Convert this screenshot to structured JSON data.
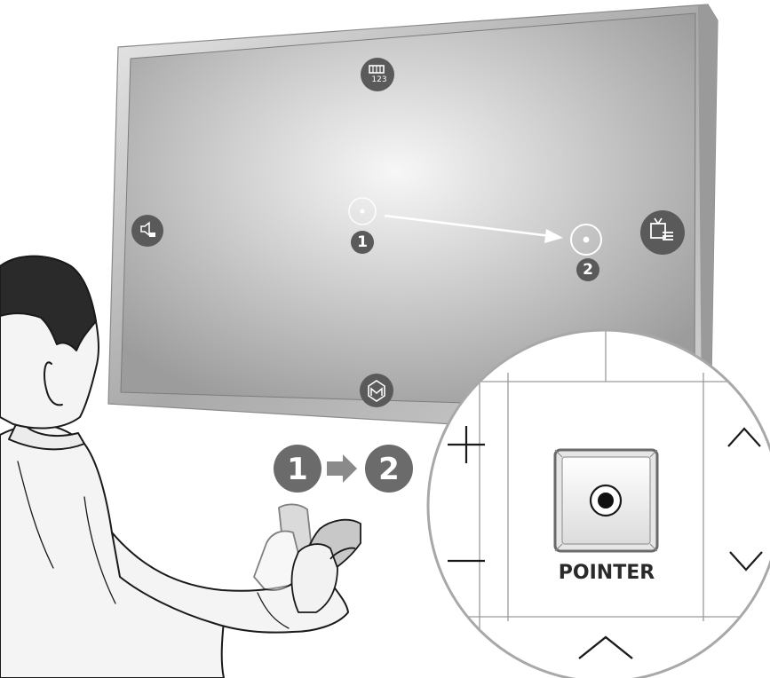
{
  "tv": {
    "frame_color": "#bdbdbd",
    "screen_color": "#b2b2b2",
    "menu_icons": {
      "top": {
        "icon": "number-pad-icon",
        "text": "123"
      },
      "left": {
        "icon": "speaker-menu-icon"
      },
      "right": {
        "icon": "tv-menu-icon"
      },
      "bottom": {
        "icon": "smart-hub-icon"
      }
    },
    "pointer_start_label": "1",
    "pointer_end_label": "2",
    "icon_bg_color": "#5a5a5a"
  },
  "sequence": {
    "step_one": "1",
    "step_two": "2",
    "badge_color": "#6b6b6b"
  },
  "remote_zoom": {
    "plus_symbol": "+",
    "minus_symbol": "−",
    "pointer_label": "POINTER",
    "icons": [
      "plus-icon",
      "minus-icon",
      "chevron-up-icon",
      "chevron-down-icon",
      "pointer-button-icon"
    ]
  }
}
